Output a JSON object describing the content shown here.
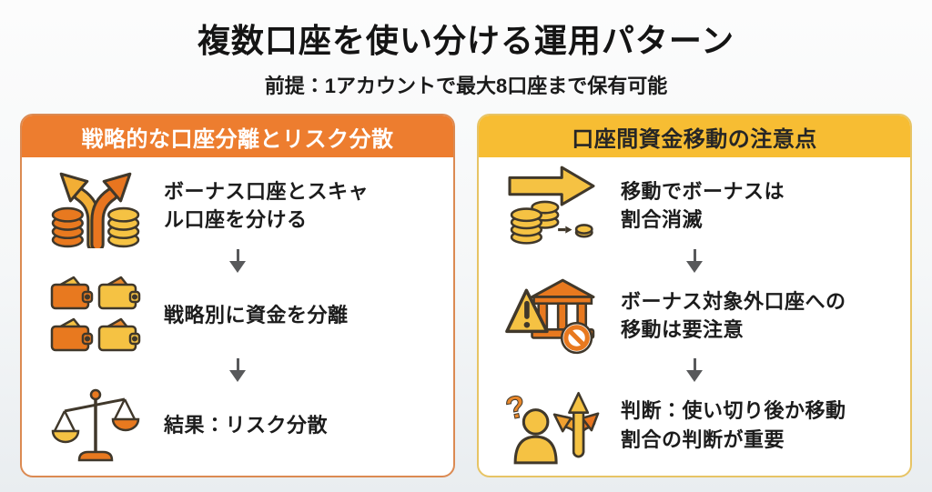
{
  "page": {
    "title": "複数口座を使い分ける運用パターン",
    "subtitle": "前提：1アカウントで最大8口座まで保有可能"
  },
  "panels": {
    "left": {
      "header": "戦略的な口座分離とリスク分散",
      "accent_color": "#ED7D2F",
      "border_color": "#DB8A52",
      "header_text_color": "#FFFFFF",
      "items": [
        {
          "icon": "split-arrows-coins-icon",
          "text": "ボーナス口座とスキャ\nル口座を分ける"
        },
        {
          "icon": "wallets-icon",
          "text": "戦略別に資金を分離"
        },
        {
          "icon": "balance-scale-icon",
          "text": "結果：リスク分散"
        }
      ]
    },
    "right": {
      "header": "口座間資金移動の注意点",
      "accent_color": "#F7BD33",
      "border_color": "#E7C465",
      "header_text_color": "#262626",
      "items": [
        {
          "icon": "transfer-arrow-coins-icon",
          "text": "移動でボーナスは\n割合消滅"
        },
        {
          "icon": "bank-warning-icon",
          "text": "ボーナス対象外口座への\n移動は要注意"
        },
        {
          "icon": "decision-person-icon",
          "text": "判断：使い切り後か移動\n割合の判断が重要"
        }
      ]
    }
  },
  "colors": {
    "icon_orange": "#E8791F",
    "icon_yellow": "#F5C243",
    "icon_outline": "#40382B",
    "connector_gray": "#58595B",
    "background_top": "#FCFCFC",
    "background_bottom": "#E9EDF0"
  }
}
